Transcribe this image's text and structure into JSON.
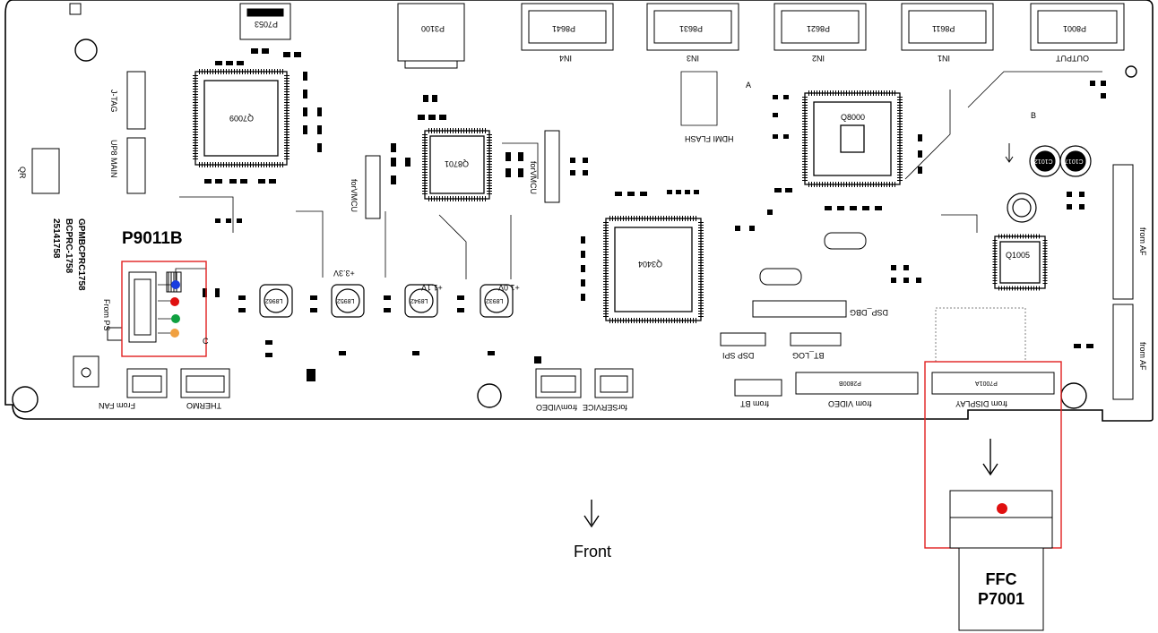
{
  "labels": {
    "connector_callout": "P9011B",
    "front": "Front",
    "ffc_line1": "FFC",
    "ffc_line2": "P7001"
  },
  "silkscreen": {
    "p3100": "P3100",
    "p7053": "P7053",
    "in4": "IN4",
    "p8641": "P8641",
    "in3": "IN3",
    "p8631": "P8631",
    "in2": "IN2",
    "p8621": "P8621",
    "in1": "IN1",
    "p8611": "P8611",
    "p8001": "P8001",
    "output": "OUTPUT",
    "q7009": "Q7009",
    "q8701": "Q8701",
    "q8000": "Q8000",
    "q3404": "Q3404",
    "q1005": "Q1005",
    "jtag": "J-TAG",
    "up8_main": "UP8 MAIN",
    "hdmi_flash": "HDMI FLASH",
    "for_vmcu_1": "forVMCU",
    "for_vmcu_2": "forVMCU",
    "qr": "QR",
    "board_code_1": "GPMBCPRC1758",
    "board_code_2": "BCPRC-1758",
    "board_code_3": "25141758",
    "from_ps": "From PS",
    "from_fan": "From FAN",
    "thermo": "THERMO",
    "for_service": "forSERVICE",
    "from_video_1": "fromVIDEO",
    "from_bt": "from BT",
    "from_video_2": "from VIDEO",
    "from_display": "from DISPLAY",
    "p7001a": "P7001A",
    "p2800b": "P2800B",
    "dsp_dbg": "DSP_DBG",
    "dsp_spi": "DSP SPI",
    "bt_log": "BT_LOG",
    "from_af_1": "from AF",
    "from_af_2": "from AF",
    "l8962": "L8962",
    "l8952": "L8952",
    "l8942": "L8942",
    "l8932": "L8932",
    "v33": "+3.3V",
    "v11": "+1.1V",
    "v10": "+1.0V",
    "c1012": "C1012",
    "c1017": "C1017",
    "a_mark": "A",
    "b_mark": "B",
    "c_mark": "C"
  },
  "colors": {
    "highlight_box": "#e02020",
    "pin_blue": "#1a3de0",
    "pin_red": "#e01010",
    "pin_green": "#10a040",
    "pin_orange": "#f0a040",
    "ffc_dot": "#e01010"
  }
}
